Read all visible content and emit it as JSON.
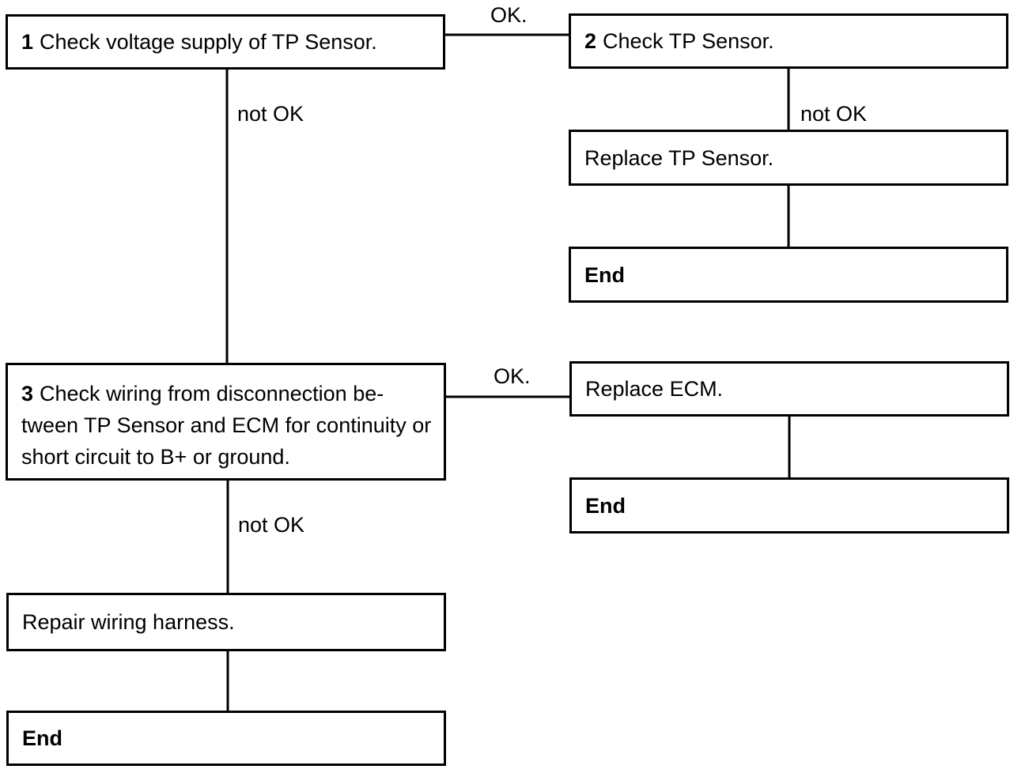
{
  "steps": [
    {
      "num": "1",
      "text": "Check voltage supply of TP Sensor."
    },
    {
      "num": "2",
      "text": "Check TP Sensor."
    },
    {
      "num": "3",
      "text": "Check wiring from disconnection be-tween TP Sensor and ECM for continuity or short circuit to B+ or ground."
    }
  ],
  "actions": {
    "replace_tp_sensor": "Replace TP Sensor.",
    "replace_ecm": "Replace ECM.",
    "repair_wiring": "Repair wiring harness."
  },
  "end_label": "End",
  "edge_labels": {
    "ok": "OK.",
    "not_ok": "not OK"
  }
}
